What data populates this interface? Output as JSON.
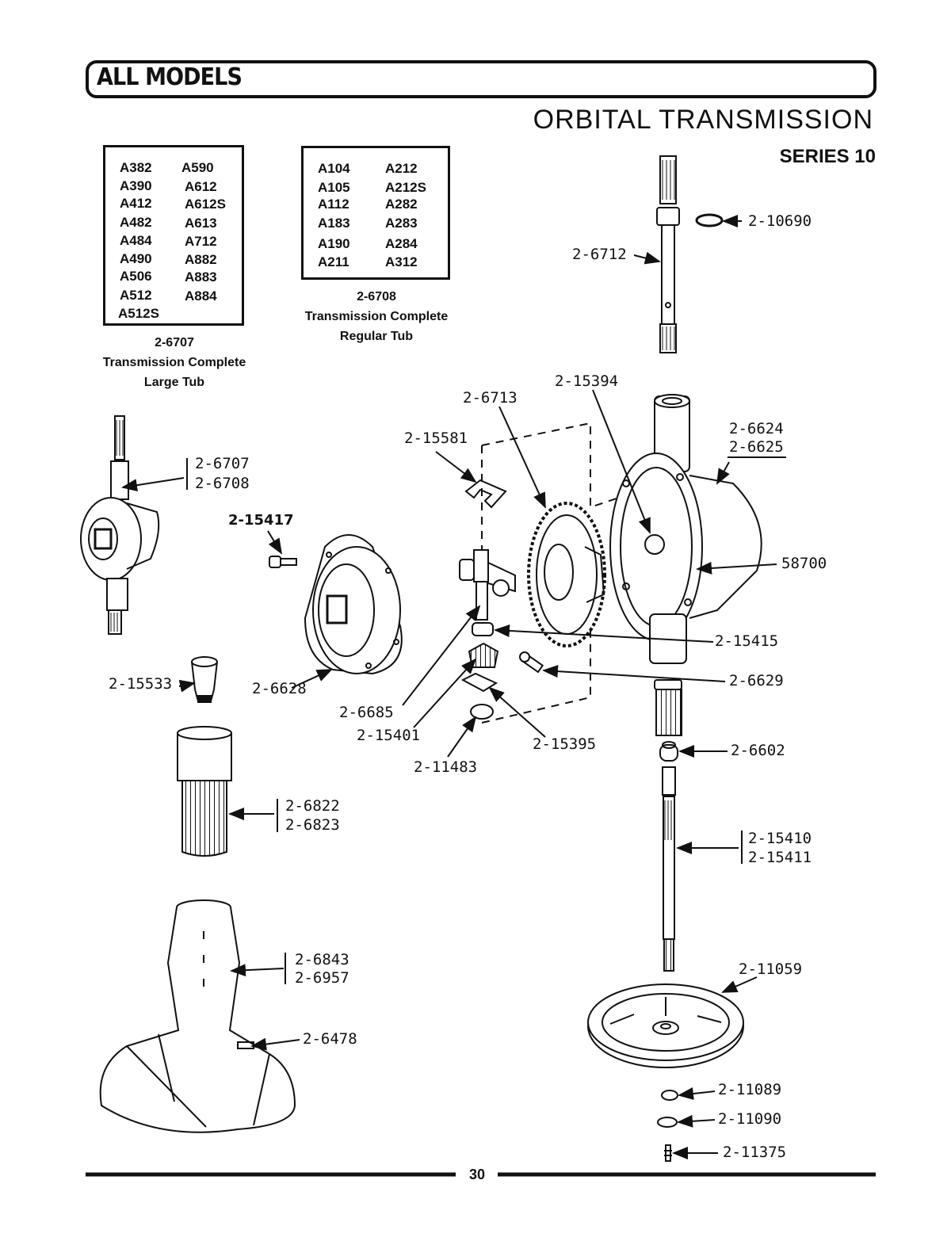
{
  "header": {
    "label": "ALL MODELS"
  },
  "title": "ORBITAL TRANSMISSION",
  "subtitle": "SERIES 10",
  "model_tables": [
    {
      "models": [
        "A382",
        "A590",
        "A390",
        "A612",
        "A412",
        "A612S",
        "A482",
        "A613",
        "A484",
        "A712",
        "A490",
        "A882",
        "A506",
        "A883",
        "A512",
        "A884",
        "A512S"
      ],
      "caption": [
        "2-6707",
        "Transmission Complete",
        "Large Tub"
      ]
    },
    {
      "models": [
        "A104",
        "A212",
        "A105",
        "A212S",
        "A112",
        "A282",
        "A183",
        "A283",
        "A190",
        "A284",
        "A211",
        "A312"
      ],
      "caption": [
        "2-6708",
        "Transmission Complete",
        "Regular Tub"
      ]
    }
  ],
  "parts": {
    "p10690": "2-10690",
    "p6712": "2-6712",
    "p15394": "2-15394",
    "p6713": "2-6713",
    "p15581": "2-15581",
    "p6624": "2-6624",
    "p6625": "2-6625",
    "p6707": "2-6707",
    "p6708": "2-6708",
    "p15417": "2-15417",
    "p58700": "58700",
    "p15415": "2-15415",
    "p6629": "2-6629",
    "p15533": "2-15533",
    "p6628": "2-6628",
    "p6685": "2-6685",
    "p15401": "2-15401",
    "p15395": "2-15395",
    "p11483": "2-11483",
    "p6602": "2-6602",
    "p6822": "2-6822",
    "p6823": "2-6823",
    "p15410": "2-15410",
    "p15411": "2-15411",
    "p6843": "2-6843",
    "p6957": "2-6957",
    "p11059": "2-11059",
    "p6478": "2-6478",
    "p11089": "2-11089",
    "p11090": "2-11090",
    "p11375": "2-11375"
  },
  "footer": {
    "page_number": "30"
  }
}
